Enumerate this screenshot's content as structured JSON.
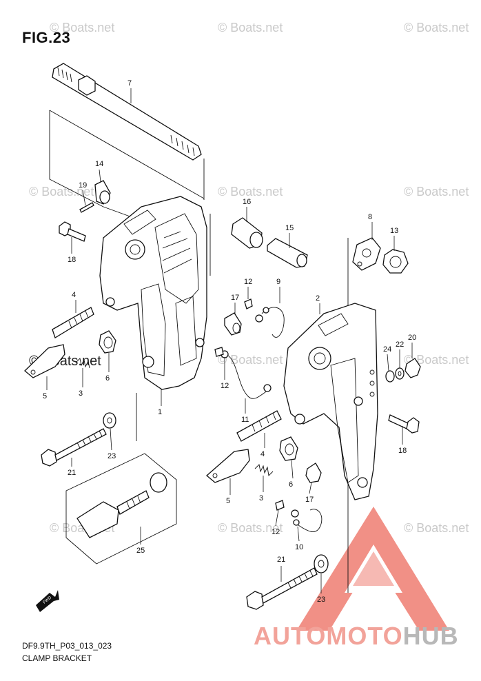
{
  "figure": {
    "title": "FIG.23",
    "code": "DF9.9TH_P03_013_023",
    "name": "CLAMP BRACKET"
  },
  "watermark": {
    "text": "© Boats.net",
    "dark_text": "© Boats.net"
  },
  "logo": {
    "part1": "AUTOMOTO",
    "part2": "HUB",
    "colors": {
      "triangle": "#f08a80",
      "part1": "#f2a39a",
      "part2": "#b8b8b8"
    }
  },
  "fwd_icon": {
    "label": "FWD"
  },
  "callouts": [
    "7",
    "14",
    "19",
    "16",
    "15",
    "8",
    "13",
    "18",
    "12",
    "9",
    "17",
    "2",
    "4",
    "24",
    "22",
    "20",
    "6",
    "5",
    "3",
    "12",
    "1",
    "11",
    "23",
    "18",
    "21",
    "4",
    "6",
    "5",
    "3",
    "17",
    "12",
    "10",
    "25",
    "21",
    "23"
  ]
}
